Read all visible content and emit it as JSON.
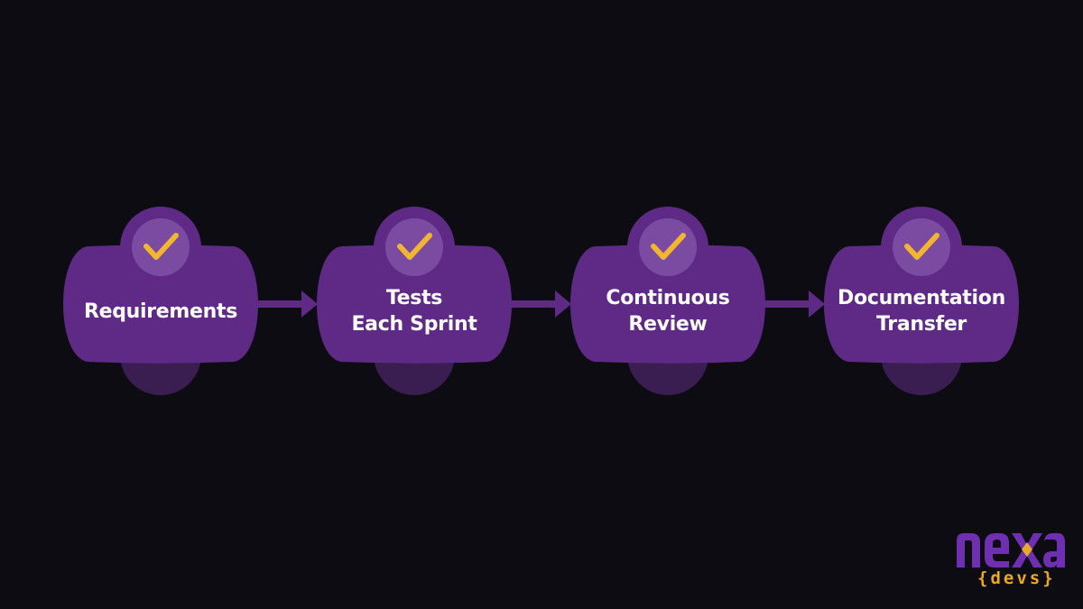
{
  "diagram": {
    "type": "process-flow",
    "steps": [
      {
        "lines": [
          "Requirements"
        ],
        "checked": true
      },
      {
        "lines": [
          "Tests",
          "Each Sprint"
        ],
        "checked": true
      },
      {
        "lines": [
          "Continuous",
          "Review"
        ],
        "checked": true
      },
      {
        "lines": [
          "Documentation",
          "Transfer"
        ],
        "checked": true
      }
    ],
    "colors": {
      "background": "#0c0c12",
      "node_fill": "#5f2a86",
      "check_circle": "#7b4ba2",
      "bottom_circle": "#3a1e51",
      "check_mark": "#f2b530",
      "arrow": "#5f2a86",
      "text": "#ffffff"
    },
    "icons": [
      "check-icon",
      "right-arrow-icon"
    ]
  },
  "logo": {
    "word": "nexa",
    "sub": "{devs}",
    "colors": {
      "word": "#6e2fb0",
      "accent": "#e9a825"
    }
  }
}
